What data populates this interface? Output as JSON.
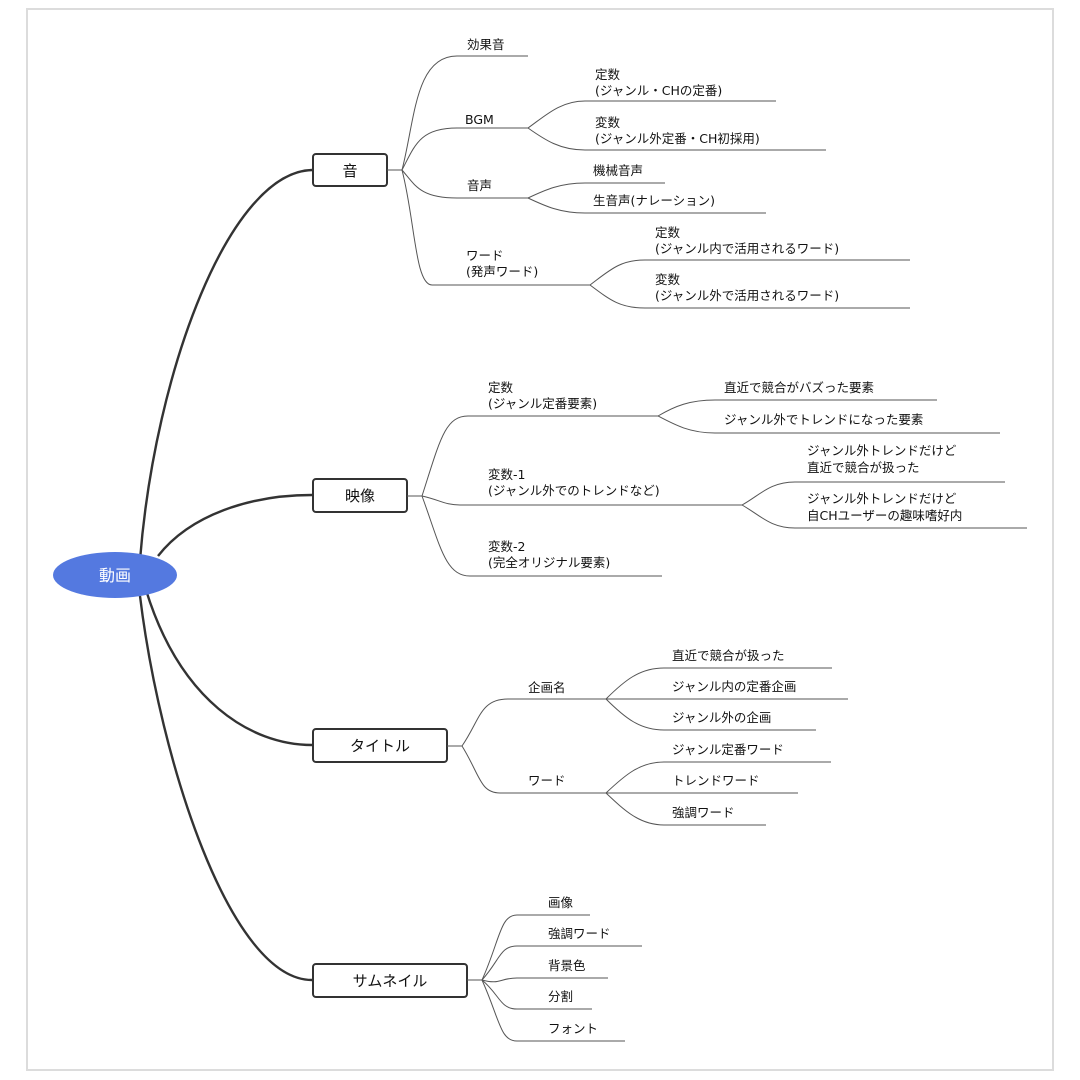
{
  "root": {
    "label": "動画",
    "color": "#5479e0"
  },
  "categories": [
    {
      "key": "sound",
      "label": "音",
      "children": [
        {
          "key": "sfx",
          "lines": [
            "効果音"
          ]
        },
        {
          "key": "bgm",
          "lines": [
            "BGM"
          ],
          "children": [
            {
              "key": "const",
              "lines": [
                "定数",
                "(ジャンル・CHの定番)"
              ]
            },
            {
              "key": "var",
              "lines": [
                "変数",
                "(ジャンル外定番・CH初採用)"
              ]
            }
          ]
        },
        {
          "key": "voice",
          "lines": [
            "音声"
          ],
          "children": [
            {
              "key": "machine",
              "lines": [
                "機械音声"
              ]
            },
            {
              "key": "live",
              "lines": [
                "生音声(ナレーション)"
              ]
            }
          ]
        },
        {
          "key": "word",
          "lines": [
            "ワード",
            "(発声ワード)"
          ],
          "children": [
            {
              "key": "const",
              "lines": [
                "定数",
                "(ジャンル内で活用されるワード)"
              ]
            },
            {
              "key": "var",
              "lines": [
                "変数",
                "(ジャンル外で活用されるワード)"
              ]
            }
          ]
        }
      ]
    },
    {
      "key": "video",
      "label": "映像",
      "children": [
        {
          "key": "const",
          "lines": [
            "定数",
            "(ジャンル定番要素)"
          ],
          "children": [
            {
              "key": "recent",
              "lines": [
                "直近で競合がバズった要素"
              ]
            },
            {
              "key": "trend",
              "lines": [
                "ジャンル外でトレンドになった要素"
              ]
            }
          ]
        },
        {
          "key": "var1",
          "lines": [
            "変数-1",
            "(ジャンル外でのトレンドなど)"
          ],
          "children": [
            {
              "key": "a",
              "lines": [
                "ジャンル外トレンドだけど",
                "直近で競合が扱った"
              ]
            },
            {
              "key": "b",
              "lines": [
                "ジャンル外トレンドだけど",
                "自CHユーザーの趣味嗜好内"
              ]
            }
          ]
        },
        {
          "key": "var2",
          "lines": [
            "変数-2",
            "(完全オリジナル要素)"
          ]
        }
      ]
    },
    {
      "key": "title",
      "label": "タイトル",
      "children": [
        {
          "key": "plan",
          "lines": [
            "企画名"
          ],
          "children": [
            {
              "key": "recent",
              "lines": [
                "直近で競合が扱った"
              ]
            },
            {
              "key": "in",
              "lines": [
                "ジャンル内の定番企画"
              ]
            },
            {
              "key": "out",
              "lines": [
                "ジャンル外の企画"
              ]
            }
          ]
        },
        {
          "key": "word",
          "lines": [
            "ワード"
          ],
          "children": [
            {
              "key": "std",
              "lines": [
                "ジャンル定番ワード"
              ]
            },
            {
              "key": "trend",
              "lines": [
                "トレンドワード"
              ]
            },
            {
              "key": "emph",
              "lines": [
                "強調ワード"
              ]
            }
          ]
        }
      ]
    },
    {
      "key": "thumb",
      "label": "サムネイル",
      "children": [
        {
          "key": "image",
          "lines": [
            "画像"
          ]
        },
        {
          "key": "emph",
          "lines": [
            "強調ワード"
          ]
        },
        {
          "key": "bg",
          "lines": [
            "背景色"
          ]
        },
        {
          "key": "split",
          "lines": [
            "分割"
          ]
        },
        {
          "key": "font",
          "lines": [
            "フォント"
          ]
        }
      ]
    }
  ]
}
